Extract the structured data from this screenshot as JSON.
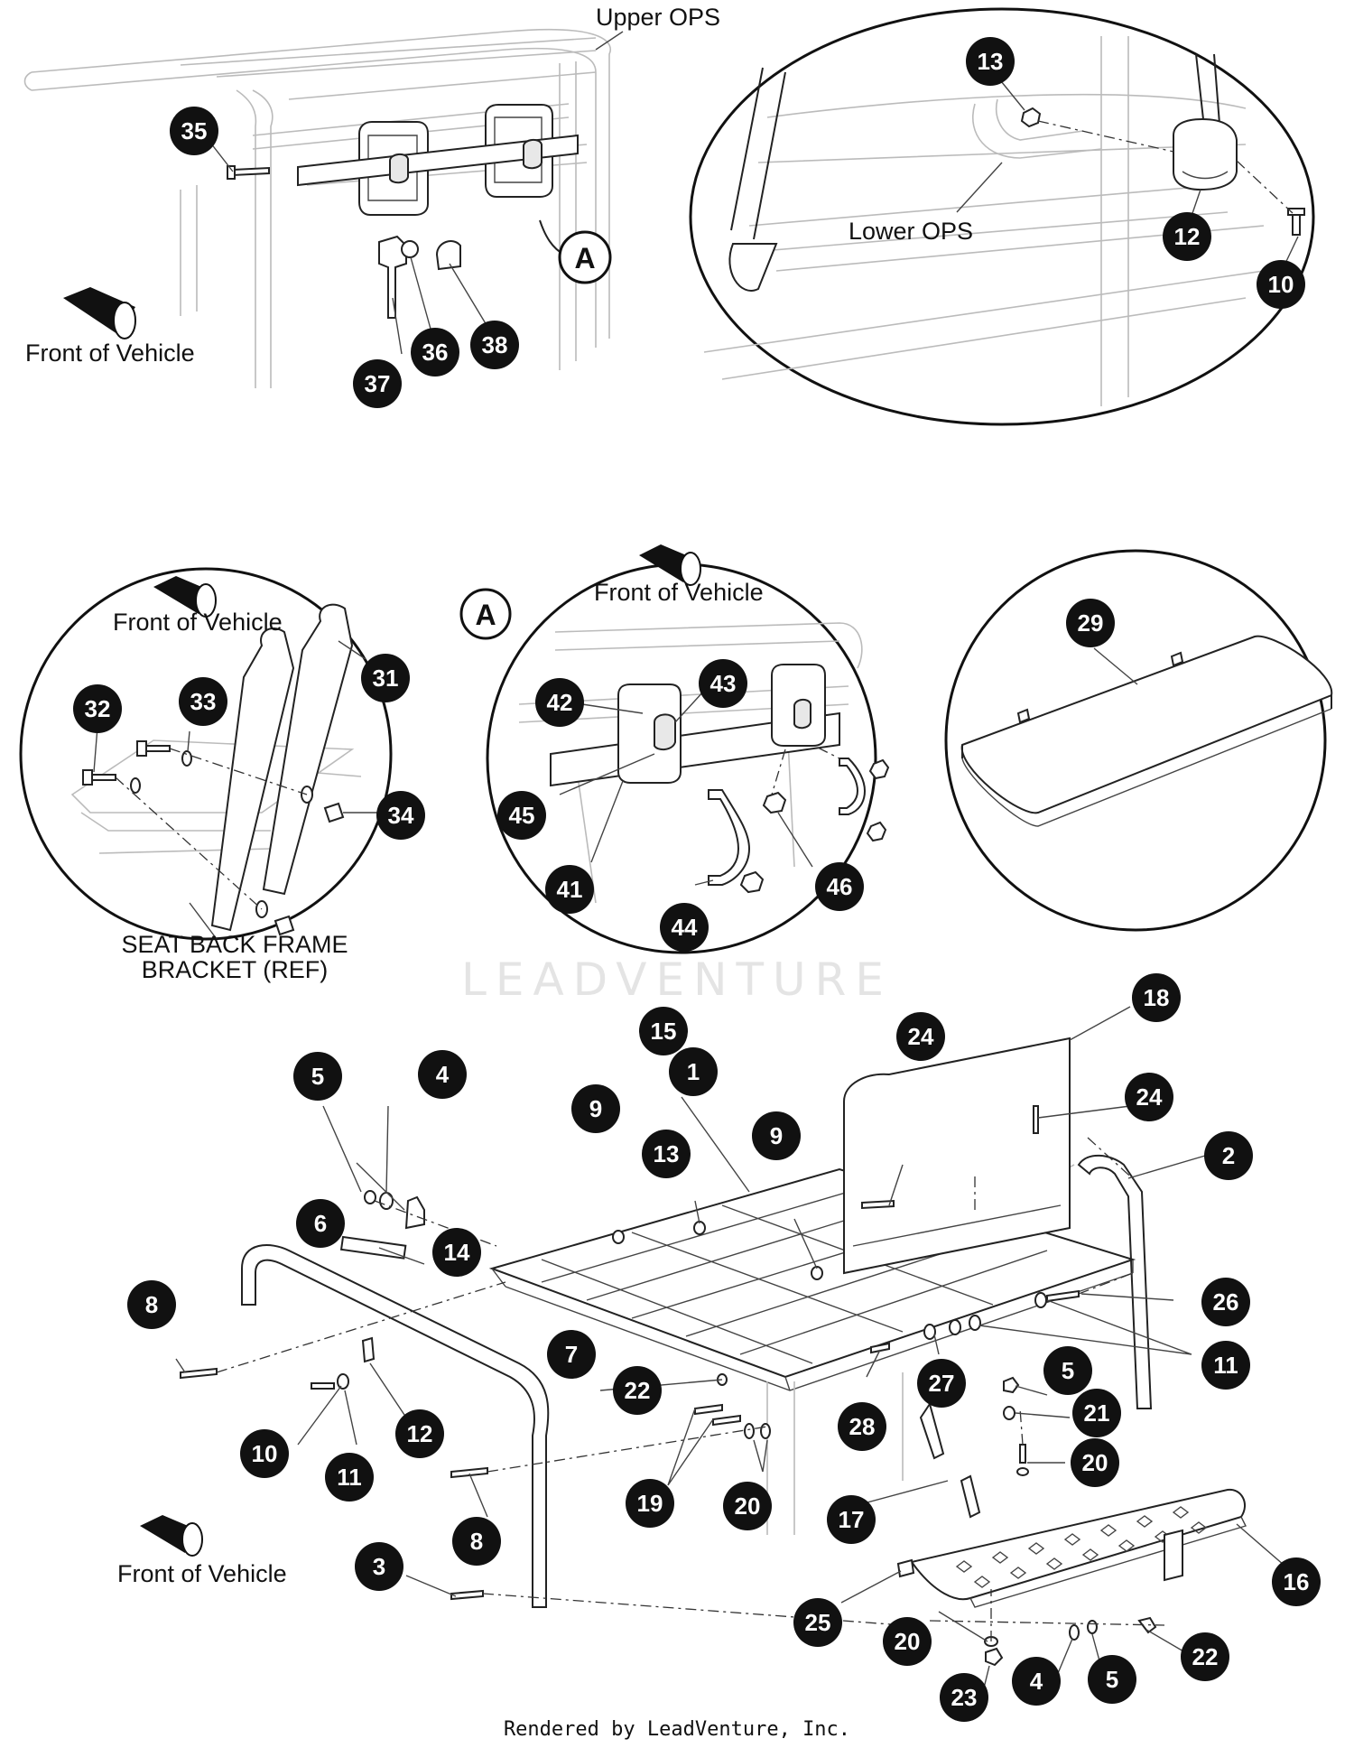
{
  "labels": {
    "upper_ops": "Upper OPS",
    "lower_ops": "Lower OPS",
    "front_of_vehicle": "Front of Vehicle",
    "seat_back_bracket_line1": "SEAT BACK FRAME",
    "seat_back_bracket_line2": "BRACKET (REF)",
    "ref_a": "A"
  },
  "watermark": "LEADVENTURE",
  "footer": "Rendered by LeadVenture, Inc.",
  "callouts": {
    "c35": "35",
    "c36": "36",
    "c37": "37",
    "c38": "38",
    "c13a": "13",
    "c12a": "12",
    "c10a": "10",
    "c32": "32",
    "c33": "33",
    "c31": "31",
    "c34": "34",
    "c42": "42",
    "c43": "43",
    "c45": "45",
    "c41": "41",
    "c44": "44",
    "c46": "46",
    "c29": "29",
    "c15": "15",
    "c1": "1",
    "c18": "18",
    "c24a": "24",
    "c24b": "24",
    "c2": "2",
    "c5a": "5",
    "c4a": "4",
    "c9a": "9",
    "c9b": "9",
    "c13b": "13",
    "c6": "6",
    "c14": "14",
    "c8a": "8",
    "c7": "7",
    "c22a": "22",
    "c26": "26",
    "c11a": "11",
    "c27": "27",
    "c28": "28",
    "c5b": "5",
    "c21": "21",
    "c20a": "20",
    "c10b": "10",
    "c11b": "11",
    "c12b": "12",
    "c19": "19",
    "c20b": "20",
    "c17": "17",
    "c16": "16",
    "c8b": "8",
    "c3": "3",
    "c25": "25",
    "c20c": "20",
    "c23": "23",
    "c4b": "4",
    "c5c": "5",
    "c22b": "22"
  }
}
